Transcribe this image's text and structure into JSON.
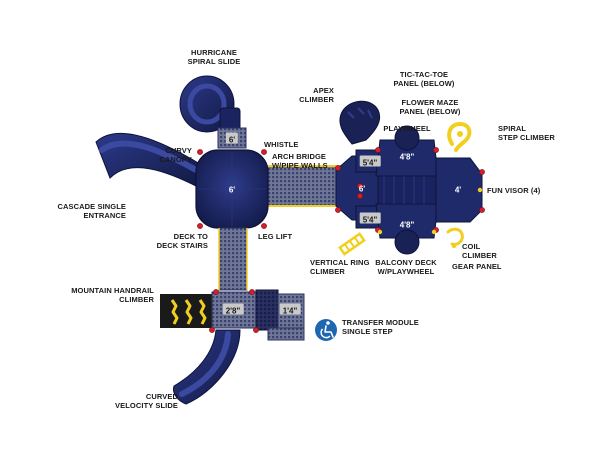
{
  "labels": {
    "hurricane_spiral_slide": "HURRICANE\nSPIRAL SLIDE",
    "apex_climber": "APEX\nCLIMBER",
    "tic_tac_toe_panel": "TIC-TAC-TOE\nPANEL (BELOW)",
    "flower_maze_panel": "FLOWER MAZE\nPANEL (BELOW)",
    "playwheel": "PLAYWHEEL",
    "spiral_step_climber": "SPIRAL\nSTEP CLIMBER",
    "curvy_canopy": "CURVY\nCANOPY",
    "whistle": "WHISTLE",
    "arch_bridge": "ARCH BRIDGE\nW/PIPE WALLS",
    "fun_visor": "FUN VISOR (4)",
    "cascade_single_entrance": "CASCADE SINGLE\nENTRANCE",
    "deck_to_deck_stairs": "DECK TO\nDECK STAIRS",
    "leg_lift": "LEG LIFT",
    "coil_climber": "COIL\nCLIMBER",
    "gear_panel": "GEAR PANEL",
    "vertical_ring_climber": "VERTICAL RING\nCLIMBER",
    "balcony_deck": "BALCONY DECK\nW/PLAYWHEEL",
    "mountain_handrail_climber": "MOUNTAIN HANDRAIL\nCLIMBER",
    "transfer_module": "TRANSFER MODULE\nSINGLE STEP",
    "curved_velocity_slide": "CURVED\nVELOCITY SLIDE"
  },
  "dimensions": {
    "canopy_top_deck": "6'",
    "canopy_deck": "6'",
    "upper_left_deck": "5'4\"",
    "upper_center_deck": "4'8\"",
    "center_deck": "6'",
    "right_deck": "4'",
    "lower_left_deck": "5'4\"",
    "lower_center_deck": "4'8\"",
    "lower_deck": "2'8\"",
    "transfer_deck": "1'4\""
  },
  "colors": {
    "structure_navy": "#1f2a6b",
    "structure_dark": "#141c4d",
    "deck_grey": "#8a8fa6",
    "accent_yellow": "#f2cf1f",
    "post_red": "#d21f2b",
    "access_blue": "#1e66b0"
  },
  "icons": {
    "accessibility": "wheelchair-accessibility-icon"
  }
}
